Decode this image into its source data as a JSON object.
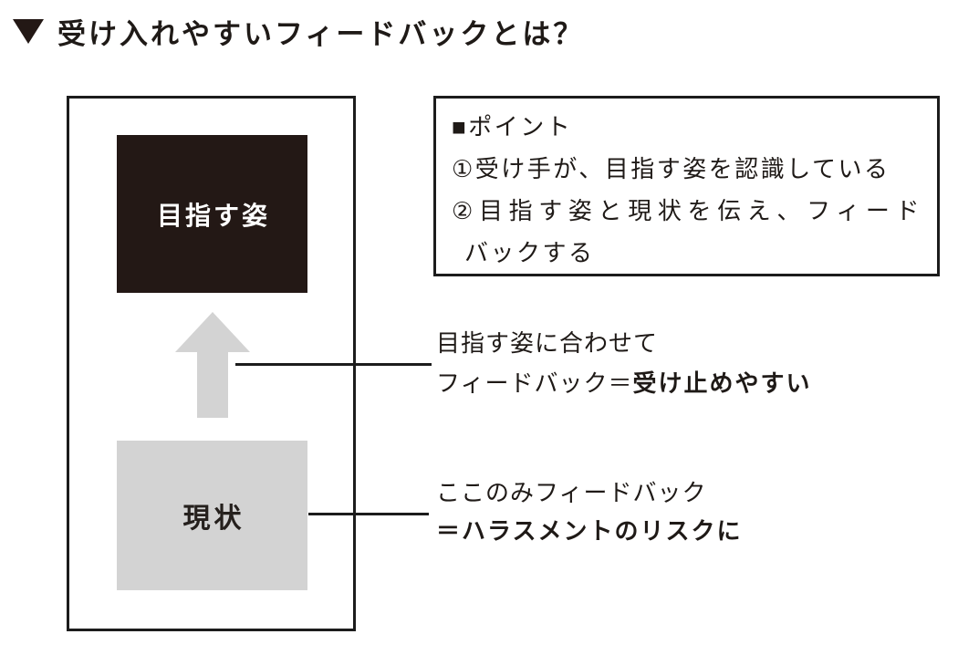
{
  "title": {
    "marker": "down-triangle",
    "text": "受け入れやすいフィードバックとは？"
  },
  "diagram": {
    "goal_box_label": "目指す姿",
    "current_box_label": "現状",
    "arrow": "up-arrow"
  },
  "points_box": {
    "heading": "■ポイント",
    "line1": "①受け手が、目指す姿を認識している",
    "line2": "②目指す姿と現状を伝え、フィード",
    "line3": "バックする"
  },
  "annotations": {
    "goal": {
      "line1": "目指す姿に合わせて",
      "line2_regular": "フィードバック＝",
      "line2_bold": "受け止めやすい"
    },
    "current": {
      "line1": "ここのみフィードバック",
      "line2_bold": "＝ハラスメントのリスクに"
    }
  },
  "colors": {
    "ink": "#1f1a17",
    "border": "#1c1c1c",
    "goal_box_fill": "#231815",
    "goal_box_text": "#ffffff",
    "current_box_fill": "#d3d3d3",
    "arrow_fill": "#d3d3d3"
  }
}
